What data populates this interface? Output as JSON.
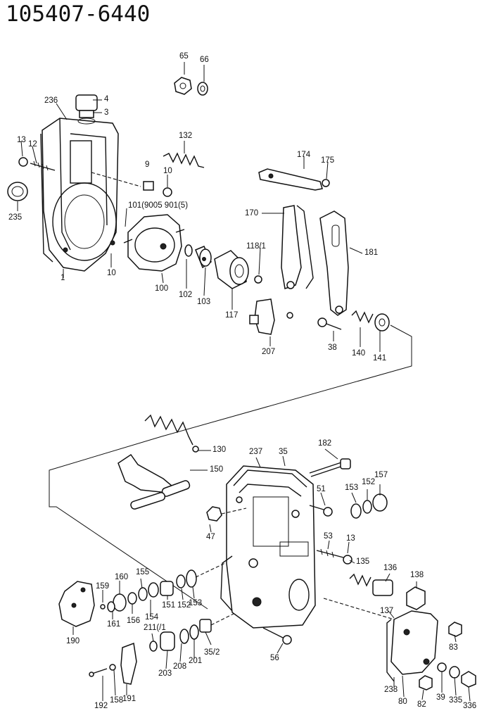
{
  "diagram": {
    "part_number": "105407-6440",
    "labels": {
      "l65": "65",
      "l66": "66",
      "l4": "4",
      "l3": "3",
      "l236": "236",
      "l13": "13",
      "l12": "12",
      "l132": "132",
      "l9": "9",
      "l10a": "10",
      "l174": "174",
      "l175": "175",
      "l235": "235",
      "l101": "101(9005 901(5)",
      "l170": "170",
      "l118": "118/1",
      "l181": "181",
      "l1": "1",
      "l10b": "10",
      "l100": "100",
      "l102": "102",
      "l103": "103",
      "l117": "117",
      "l207": "207",
      "l38": "38",
      "l140": "140",
      "l141": "141",
      "l130": "130",
      "l237": "237",
      "l35": "35",
      "l182": "182",
      "l150": "150",
      "l51": "51",
      "l153a": "153",
      "l152a": "152",
      "l157": "157",
      "l47": "47",
      "l53": "53",
      "l13b": "13",
      "l135": "135",
      "l155": "155",
      "l160": "160",
      "l159": "159",
      "l136": "136",
      "l138": "138",
      "l151": "151",
      "l152b": "152",
      "l153b": "153",
      "l156": "156",
      "l154": "154",
      "l161": "161",
      "l137": "137",
      "l190": "190",
      "l211": "211(/1",
      "l208": "208",
      "l201": "201",
      "l352": "35/2",
      "l56": "56",
      "l203": "203",
      "l83": "83",
      "l238": "238",
      "l192": "192",
      "l158": "158",
      "l191": "191",
      "l80": "80",
      "l82": "82",
      "l39": "39",
      "l335": "335",
      "l336": "336"
    }
  }
}
